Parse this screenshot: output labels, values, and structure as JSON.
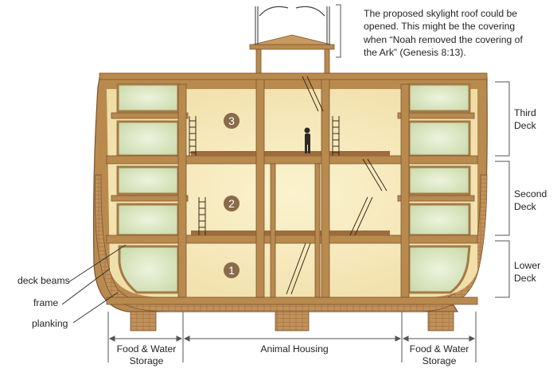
{
  "note": {
    "lines": [
      "The proposed skylight roof could be",
      "opened. This might be the covering",
      "when “Noah removed the covering of",
      "the Ark” (Genesis 8:13)."
    ]
  },
  "decks": [
    {
      "number": "3",
      "label_line1": "Third",
      "label_line2": "Deck"
    },
    {
      "number": "2",
      "label_line1": "Second",
      "label_line2": "Deck"
    },
    {
      "number": "1",
      "label_line1": "Lower",
      "label_line2": "Deck"
    }
  ],
  "parts": {
    "deck_beams": "deck beams",
    "frame": "frame",
    "planking": "planking"
  },
  "zones": {
    "left_line1": "Food & Water",
    "left_line2": "Storage",
    "center": "Animal Housing",
    "right_line1": "Food & Water",
    "right_line2": "Storage"
  },
  "colors": {
    "wood": "#b98a4e",
    "wood_dark": "#8a6236",
    "hold_light": "#f7ecc0",
    "storage_green": "#d7e4bd",
    "badge": "#8a6a4a"
  }
}
